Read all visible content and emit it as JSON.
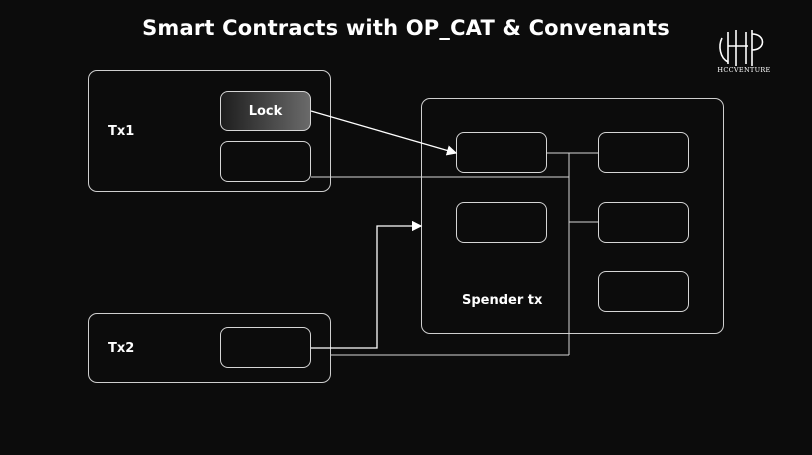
{
  "title": "Smart Contracts with OP_CAT & Convenants",
  "logo": {
    "text": "HCCVENTURE"
  },
  "tx1": {
    "label": "Tx1",
    "lock_label": "Lock"
  },
  "tx2": {
    "label": "Tx2"
  },
  "spender": {
    "label": "Spender tx"
  },
  "colors": {
    "background": "#0c0c0c",
    "stroke": "#d6d6d6",
    "text": "#ffffff"
  }
}
